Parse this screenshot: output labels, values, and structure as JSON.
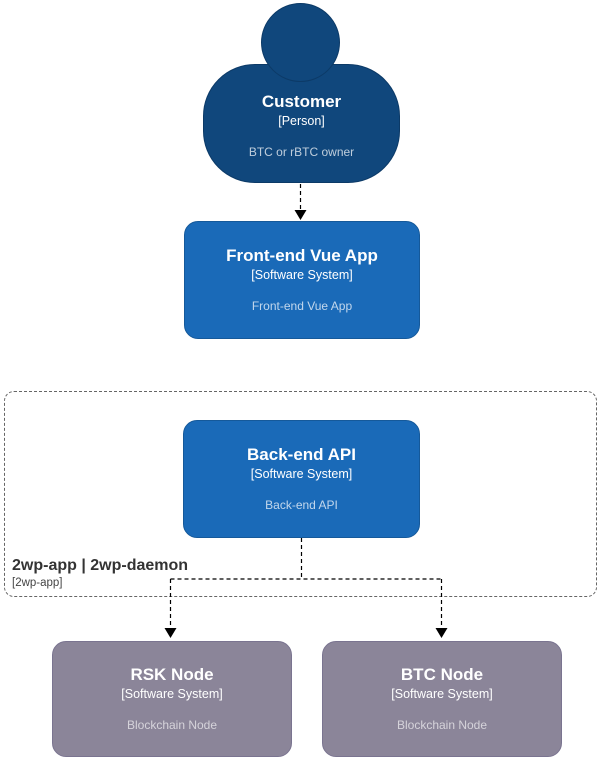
{
  "diagram_type": "C4 system context diagram",
  "colors": {
    "person_fill": "#10477c",
    "person_border": "#0c3a67",
    "system_fill": "#1a6ab8",
    "system_border": "#15599a",
    "external_fill": "#8b8599",
    "external_border": "#7a7490",
    "boundary_border": "#666666",
    "boundary_title": "#333333",
    "connector": "#000000",
    "canvas_bg": "#ffffff"
  },
  "nodes": {
    "customer": {
      "title": "Customer",
      "type_label": "[Person]",
      "description": "BTC or rBTC owner",
      "shape": "person",
      "fill": "#10477c"
    },
    "frontend": {
      "title": "Front-end Vue App",
      "type_label": "[Software System]",
      "description": "Front-end Vue App",
      "shape": "rounded-box",
      "fill": "#1a6ab8"
    },
    "backend": {
      "title": "Back-end API",
      "type_label": "[Software System]",
      "description": "Back-end API",
      "shape": "rounded-box",
      "fill": "#1a6ab8"
    },
    "rsk_node": {
      "title": "RSK Node",
      "type_label": "[Software System]",
      "description": "Blockchain Node",
      "shape": "rounded-box",
      "fill": "#8b8599"
    },
    "btc_node": {
      "title": "BTC Node",
      "type_label": "[Software System]",
      "description": "Blockchain Node",
      "shape": "rounded-box",
      "fill": "#8b8599"
    }
  },
  "boundary": {
    "title": "2wp-app | 2wp-daemon",
    "subtitle": "[2wp-app]",
    "contains": [
      "backend"
    ]
  },
  "relationships": [
    {
      "from": "customer",
      "to": "frontend",
      "style": "dashed-arrow",
      "label": ""
    },
    {
      "from": "backend",
      "to": "rsk_node",
      "style": "dashed-arrow",
      "label": ""
    },
    {
      "from": "backend",
      "to": "btc_node",
      "style": "dashed-arrow",
      "label": ""
    }
  ]
}
